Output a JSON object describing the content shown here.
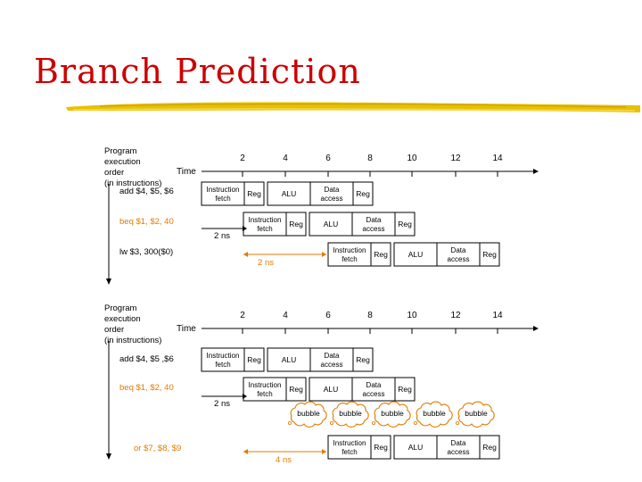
{
  "slide": {
    "title": "Branch Prediction",
    "accent_color": "#cc0000",
    "underline_color": "#e8c000",
    "orange": "#e07b00"
  },
  "top_diagram": {
    "axis_title_lines": [
      "Program",
      "execution",
      "order",
      "(in instructions)"
    ],
    "time_label": "Time",
    "ticks": [
      "2",
      "4",
      "6",
      "8",
      "10",
      "12",
      "14"
    ],
    "instructions": [
      {
        "text": "add $4, $5, $6",
        "color": "black"
      },
      {
        "text": "beq $1, $2, 40",
        "color": "orange"
      },
      {
        "text": "lw $3, 300($0)",
        "color": "black"
      }
    ],
    "stages": [
      [
        "Instruction fetch",
        "Reg",
        "ALU",
        "Data access",
        "Reg"
      ],
      [
        "Instruction fetch",
        "Reg",
        "ALU",
        "Data access",
        "Reg"
      ],
      [
        "Instruction fetch",
        "Reg",
        "ALU",
        "Data access",
        "Reg"
      ]
    ],
    "delay_labels": [
      "2 ns",
      "2 ns"
    ]
  },
  "bottom_diagram": {
    "axis_title_lines": [
      "Program",
      "execution",
      "order",
      "(in instructions)"
    ],
    "time_label": "Time",
    "ticks": [
      "2",
      "4",
      "6",
      "8",
      "10",
      "12",
      "14"
    ],
    "instructions": [
      {
        "text": "add $4, $5 ,$6",
        "color": "black"
      },
      {
        "text": "beq $1, $2, 40",
        "color": "orange"
      },
      {
        "text": "or $7, $8, $9",
        "color": "orange"
      }
    ],
    "stages": [
      [
        "Instruction fetch",
        "Reg",
        "ALU",
        "Data access",
        "Reg"
      ],
      [
        "Instruction fetch",
        "Reg",
        "ALU",
        "Data access",
        "Reg"
      ],
      [
        "Instruction fetch",
        "Reg",
        "ALU",
        "Data access",
        "Reg"
      ]
    ],
    "bubbles": [
      "bubble",
      "bubble",
      "bubble",
      "bubble",
      "bubble"
    ],
    "delay_labels": [
      "2 ns",
      "4 ns"
    ]
  }
}
